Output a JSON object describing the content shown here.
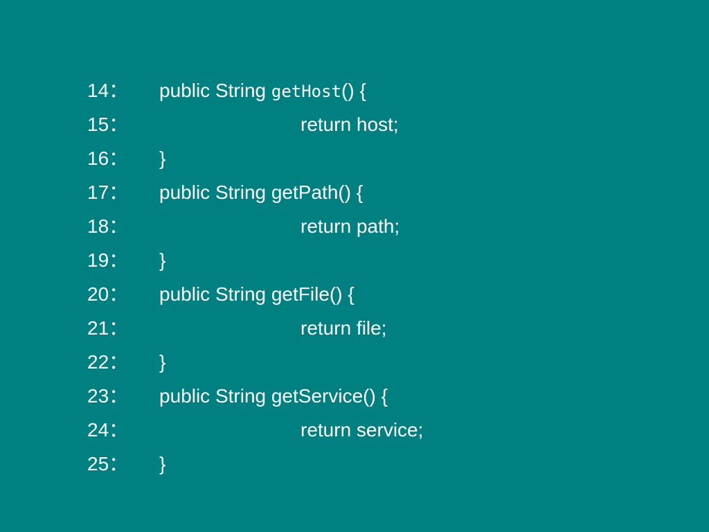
{
  "lines": [
    {
      "number": "14：",
      "parts": [
        "public String ",
        "getHost",
        "() {"
      ]
    },
    {
      "number": "15：",
      "text": "return host;"
    },
    {
      "number": "16：",
      "text": "}"
    },
    {
      "number": "17：",
      "text": "public String getPath() {"
    },
    {
      "number": "18：",
      "text": "return path;"
    },
    {
      "number": "19：",
      "text": "}"
    },
    {
      "number": "20：",
      "text": "public String getFile() {"
    },
    {
      "number": "21：",
      "text": "return file;"
    },
    {
      "number": "22：",
      "text": "}"
    },
    {
      "number": "23：",
      "text": "public String getService() {"
    },
    {
      "number": "24：",
      "text": "return service;"
    },
    {
      "number": "25：",
      "text": "}"
    }
  ]
}
